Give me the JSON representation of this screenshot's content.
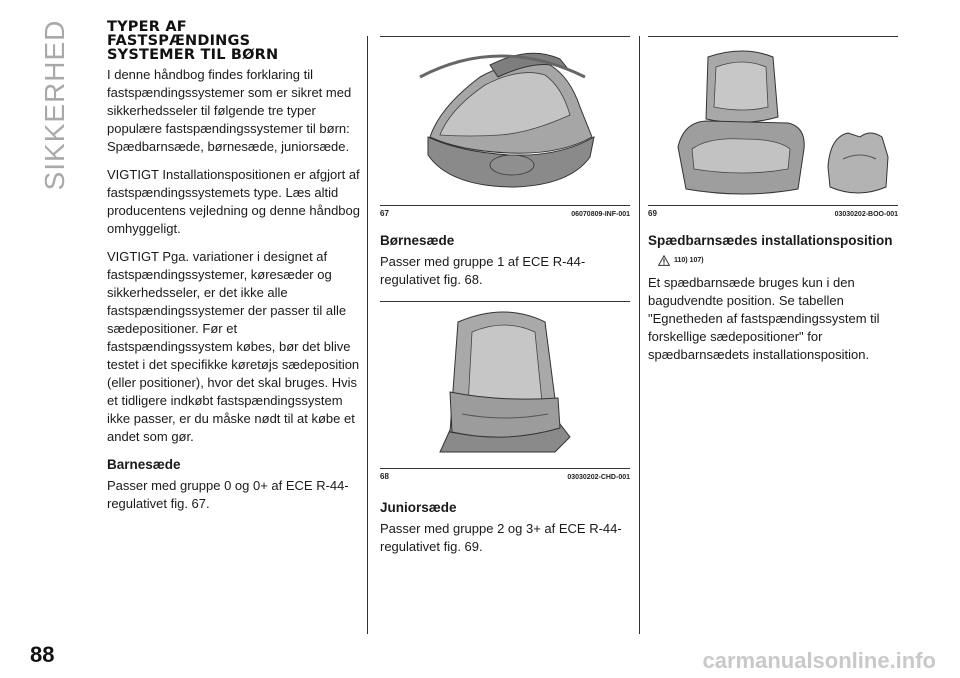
{
  "side_section_label": "SIKKERHED",
  "page_number": "88",
  "watermark": "carmanualsonline.info",
  "column1": {
    "heading": "TYPER AF\nFASTSPÆNDINGS\nSYSTEMER TIL BØRN",
    "paragraphs": [
      "I denne håndbog findes forklaring til fastspændingssystemer som er sikret med sikkerhedsseler til følgende tre typer populære fastspændingssystemer til børn: Spædbarnsæde, børnesæde, juniorsæde.",
      "VIGTIGT Installationspositionen er afgjort af fastspændingssystemets type. Læs altid producentens vejledning og denne håndbog omhyggeligt.",
      "VIGTIGT Pga. variationer i designet af fastspændingssystemer, køresæder og sikkerhedsseler, er det ikke alle fastspændingssystemer der passer til alle sædepositioner. Før et fastspændingssystem købes, bør det blive testet i det specifikke køretøjs sædeposition (eller positioner), hvor det skal bruges. Hvis et tidligere indkøbt fastspændingssystem ikke passer, er du måske nødt til at købe et andet som gør."
    ],
    "subheading": "Barnesæde",
    "subtext": "Passer med gruppe 0 og 0+ af ECE R-44-regulativet fig. 67."
  },
  "column2": {
    "fig67": {
      "number": "67",
      "code": "06070809-INF-001"
    },
    "subheading1": "Børnesæde",
    "text1": "Passer med gruppe 1 af ECE R-44-regulativet fig. 68.",
    "fig68": {
      "number": "68",
      "code": "03030202-CHD-001"
    },
    "subheading2": "Juniorsæde",
    "text2": "Passer med gruppe 2 og 3+ af ECE R-44-regulativet fig. 69."
  },
  "column3": {
    "fig69": {
      "number": "69",
      "code": "03030202-BOO-001"
    },
    "subheading": "Spædbarnsædes installationsposition",
    "warning_refs": "110) 107)",
    "text": "Et spædbarnsæde bruges kun i den bagudvendte position. Se tabellen \"Egnetheden af fastspændingssystem til forskellige sædepositioner\" for spædbarnsædets installationsposition."
  },
  "colors": {
    "section_label": "#a9a9a9",
    "seat_fill": "#9a9a9a",
    "seat_dark": "#6f6f6f"
  }
}
